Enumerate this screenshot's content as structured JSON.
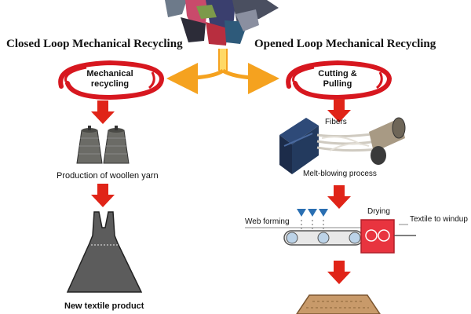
{
  "titles": {
    "closed": "Closed Loop Mechanical Recycling",
    "opened": "Opened Loop Mechanical Recycling"
  },
  "badges": {
    "mechanical": "Mechanical recycling",
    "cutting": "Cutting & Pulling"
  },
  "labels": {
    "yarn": "Production of woollen yarn",
    "product": "New textile product",
    "fibers": "Fibers",
    "melt": "Melt-blowing process",
    "web_forming": "Web forming",
    "drying": "Drying",
    "windup": "Textile to windup"
  },
  "colors": {
    "arrow_red": "#e02418",
    "arrow_orange": "#f5a21f",
    "swirl_red": "#d7171f",
    "drying_red": "#e8343f",
    "nozzle_blue": "#2a6fb2",
    "dress_gray": "#5c5c5c",
    "block_navy": "#233a5e"
  },
  "icons": [
    "clothes-pile-icon",
    "yarn-spools-icon",
    "dress-icon",
    "fiber-machine-icon",
    "web-forming-conveyor-icon",
    "drying-box-icon",
    "nonwoven-mat-icon"
  ]
}
